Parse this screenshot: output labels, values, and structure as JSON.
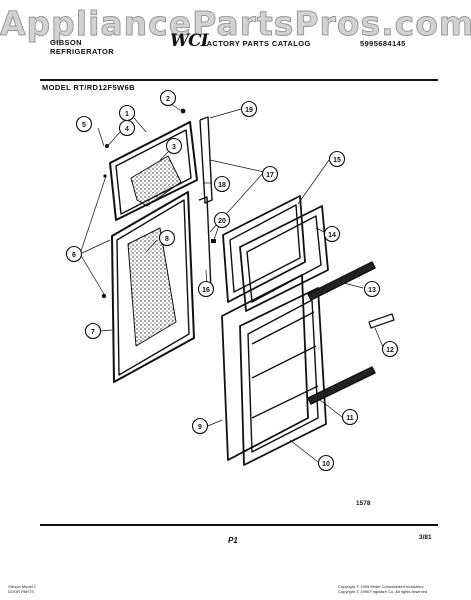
{
  "watermark": "AppliancePartsPros.com",
  "header": {
    "brand": "GIBSON",
    "product": "REFRIGERATOR",
    "logo": "WCI",
    "catalog": "FACTORY PARTS CATALOG",
    "number": "5995684145",
    "model": "MODEL RT/RD12F5W6B"
  },
  "callouts": [
    "1",
    "2",
    "3",
    "4",
    "5",
    "6",
    "7",
    "8",
    "9",
    "10",
    "11",
    "12",
    "13",
    "14",
    "15",
    "16",
    "17",
    "18",
    "19",
    "20"
  ],
  "footer": {
    "code": "1578",
    "page": "P1",
    "date": "3/81",
    "left_note_1": "Gibson Model 1",
    "left_note_2": "DOOR PARTS",
    "copyright_1": "Copyright © 1995 White Consolidated Industries",
    "copyright_2": "Copyright © 1996 Frigidaire Co. All rights reserved"
  }
}
